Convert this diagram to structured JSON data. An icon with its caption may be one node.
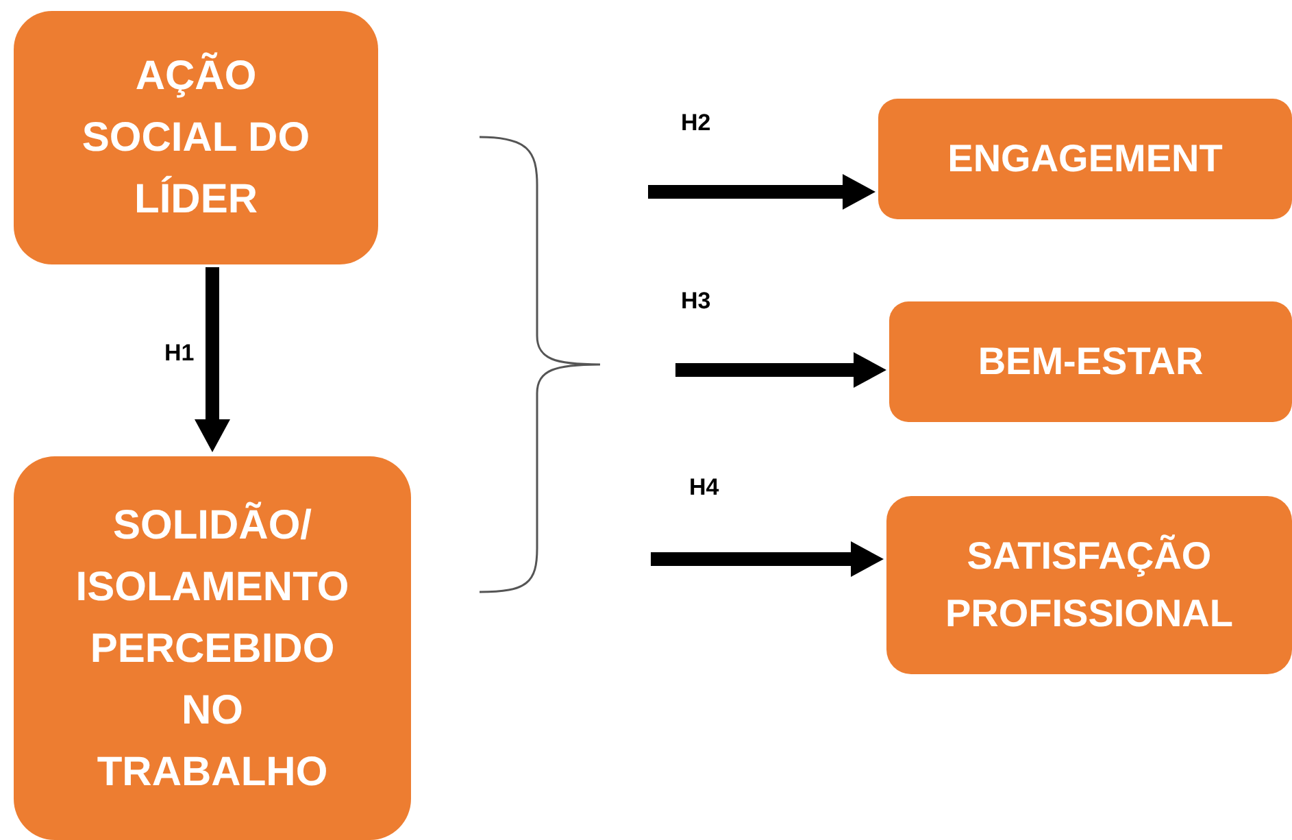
{
  "diagram": {
    "nodes": [
      {
        "text": [
          "AÇÃO SOCIAL DO LÍDER"
        ]
      },
      {
        "text": [
          "SOLIDÃO/ ISOLAMENTO PERCEBIDO NO TRABALHO"
        ]
      },
      {
        "text": [
          "ENGAGEMENT"
        ]
      },
      {
        "text": [
          "BEM-ESTAR"
        ]
      },
      {
        "text": [
          "SATISFAÇÃO PROFISSIONAL"
        ]
      }
    ],
    "edges": [
      {
        "from": 0,
        "to": 1,
        "arrow": "to",
        "label": "H1"
      },
      {
        "from": null,
        "to": 2,
        "arrow": "to",
        "label": "H2"
      },
      {
        "from": null,
        "to": 3,
        "arrow": "to",
        "label": "H3"
      },
      {
        "from": null,
        "to": 4,
        "arrow": "to",
        "label": "H4"
      }
    ]
  }
}
